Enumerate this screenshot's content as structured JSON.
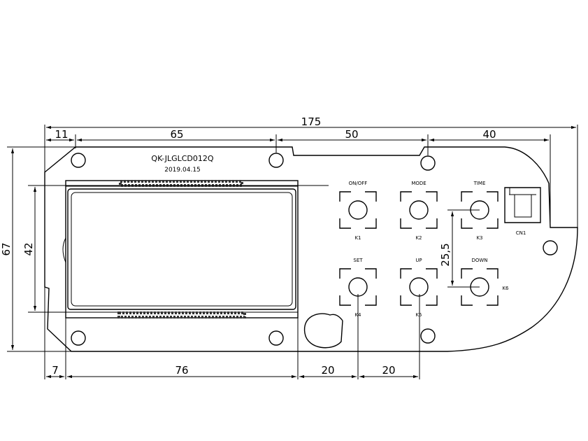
{
  "board": {
    "model": "QK-JLGLCD012Q",
    "date": "2019.04.15",
    "connector": "CN1"
  },
  "buttons": [
    {
      "label": "ON/OFF",
      "ref": "K1"
    },
    {
      "label": "MODE",
      "ref": "K2"
    },
    {
      "label": "TIME",
      "ref": "K3"
    },
    {
      "label": "SET",
      "ref": "K4"
    },
    {
      "label": "UP",
      "ref": "K5"
    },
    {
      "label": "DOWN",
      "ref": "K6"
    }
  ],
  "dimensions": {
    "total_width": "175",
    "top_11": "11",
    "top_65": "65",
    "top_50": "50",
    "top_40": "40",
    "height_67": "67",
    "lcd_42": "42",
    "btn_pitch": "25,5",
    "bottom_7": "7",
    "bottom_76": "76",
    "bottom_20a": "20",
    "bottom_20b": "20"
  }
}
